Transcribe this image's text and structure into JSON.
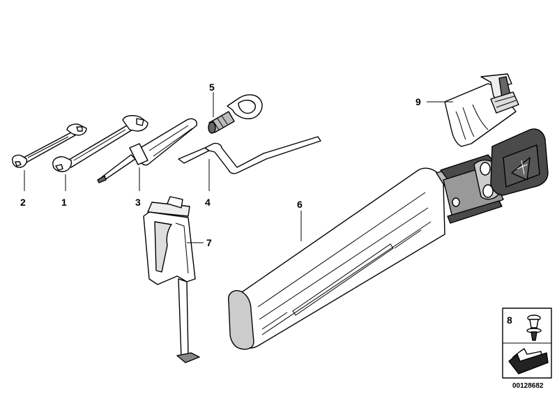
{
  "callouts": {
    "c1": "1",
    "c2": "2",
    "c3": "3",
    "c4": "4",
    "c5": "5",
    "c6": "6",
    "c7": "7",
    "c8": "8",
    "c9": "9"
  },
  "catalog_number": "00128682"
}
